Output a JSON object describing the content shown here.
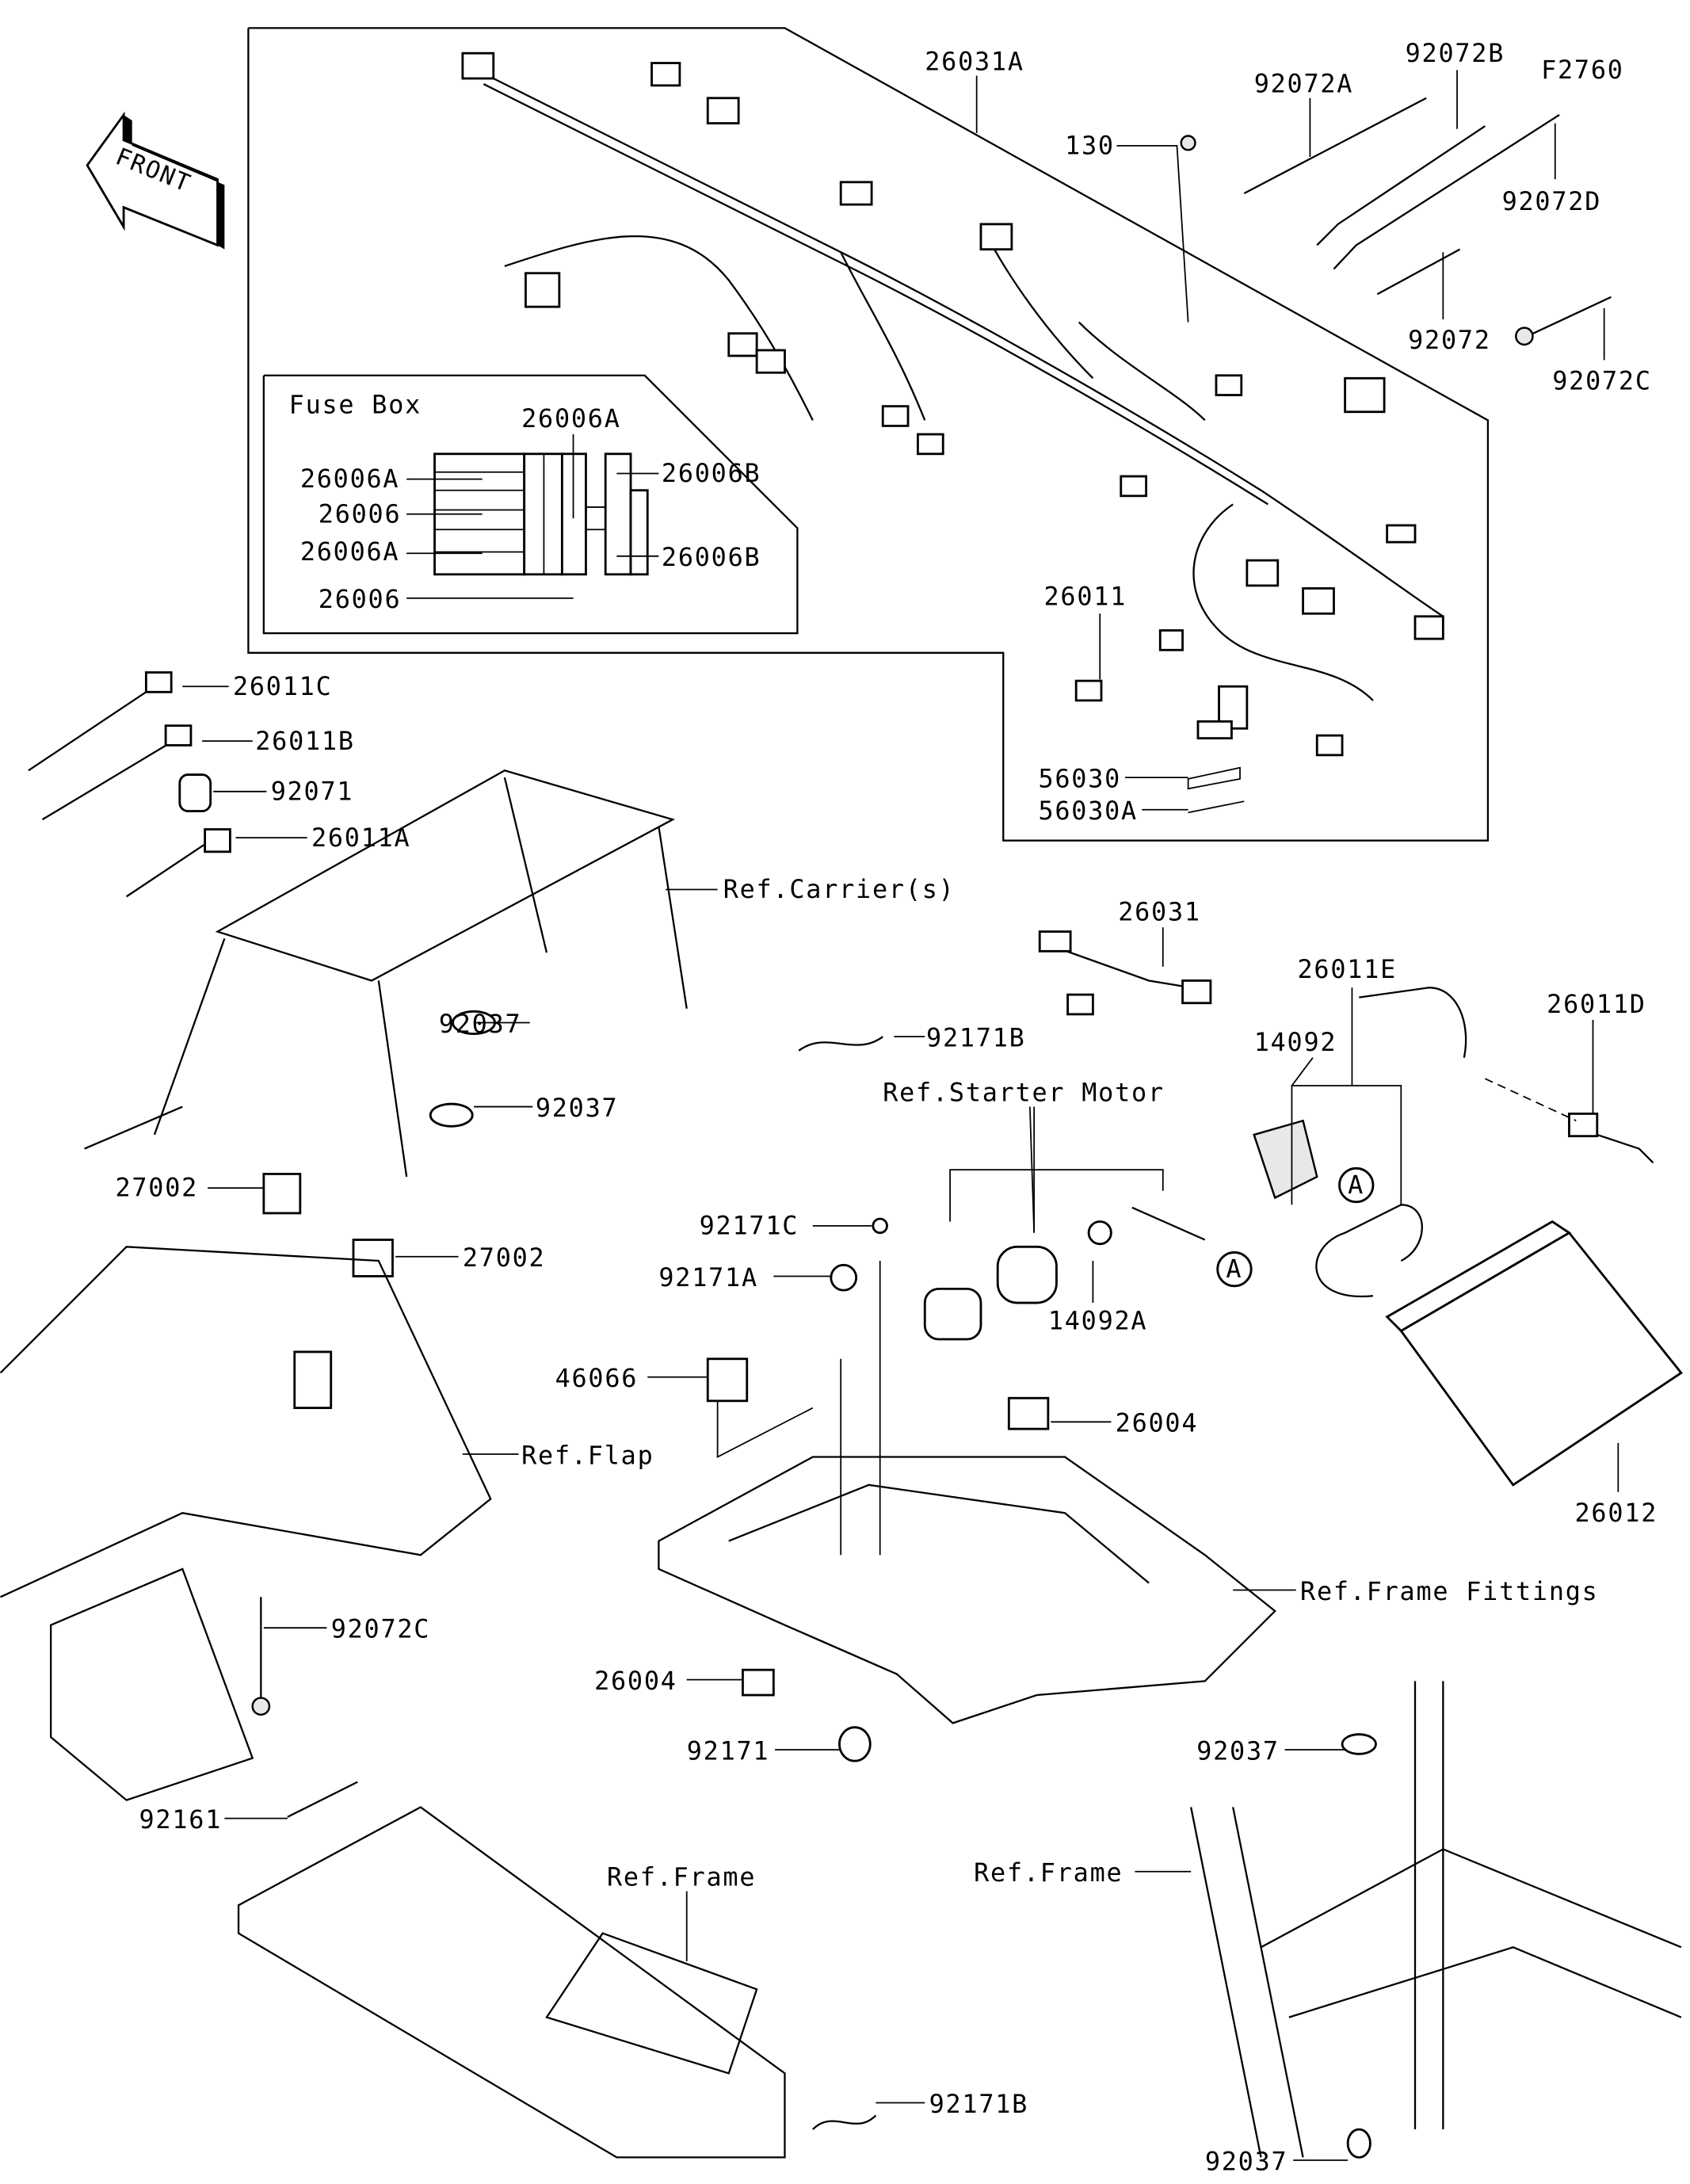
{
  "front_arrow": {
    "label": "FRONT",
    "icon": "front-arrow-icon"
  },
  "harness_box": {
    "label_main": "26031A",
    "ties": {
      "a": "92072A",
      "b": "92072B",
      "f": "F2760",
      "d": "92072D",
      "plain": "92072",
      "c": "92072C"
    },
    "bolt": "130",
    "relay_26011": "26011",
    "pad1": "56030",
    "pad2": "56030A"
  },
  "fuse_box": {
    "title": "Fuse Box",
    "top": "26006A",
    "left": [
      "26006A",
      "26006",
      "26006A",
      "26006"
    ],
    "right": [
      "26006B",
      "26006B"
    ]
  },
  "left_parts": {
    "c": "26011C",
    "b": "26011B",
    "grommet": "92071",
    "a": "26011A",
    "carrier": "Ref.Carrier(s)",
    "clamp1": "92037",
    "clamp2": "92037"
  },
  "middle_parts": {
    "sub_harness": "26031",
    "clip_b": "92171B",
    "starter": "Ref.Starter Motor",
    "clip_c": "92171C",
    "clip_a": "92171A",
    "cap": "14092A",
    "relay": "46066",
    "conn": "26004",
    "frame_fittings": "Ref.Frame Fittings",
    "conn2": "26004",
    "clip": "92171"
  },
  "right_parts": {
    "e": "26011E",
    "d": "26011D",
    "cap": "14092",
    "battery": "26012",
    "marker_a": "A",
    "clamp": "92037",
    "frame": "Ref.Frame",
    "clamp2": "92037"
  },
  "lower_left": {
    "relay1": "27002",
    "relay2": "27002",
    "flap": "Ref.Flap",
    "tie": "92072C",
    "tube": "92161",
    "frame": "Ref.Frame",
    "clip": "92171B"
  }
}
